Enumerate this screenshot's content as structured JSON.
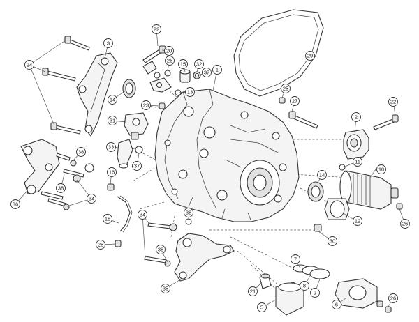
{
  "diagram": {
    "callouts": [
      {
        "id": "c1",
        "label": "1"
      },
      {
        "id": "c2",
        "label": "2"
      },
      {
        "id": "c3",
        "label": "3"
      },
      {
        "id": "c5",
        "label": "5"
      },
      {
        "id": "c6",
        "label": "6"
      },
      {
        "id": "c7",
        "label": "7"
      },
      {
        "id": "c8",
        "label": "8"
      },
      {
        "id": "c9",
        "label": "9"
      },
      {
        "id": "c10",
        "label": "10"
      },
      {
        "id": "c11",
        "label": "11"
      },
      {
        "id": "c12",
        "label": "12"
      },
      {
        "id": "c13",
        "label": "13"
      },
      {
        "id": "c14a",
        "label": "14"
      },
      {
        "id": "c14b",
        "label": "14"
      },
      {
        "id": "c15",
        "label": "15"
      },
      {
        "id": "c16",
        "label": "16"
      },
      {
        "id": "c18",
        "label": "18"
      },
      {
        "id": "c20",
        "label": "20"
      },
      {
        "id": "c21",
        "label": "21"
      },
      {
        "id": "c22a",
        "label": "22"
      },
      {
        "id": "c22b",
        "label": "22"
      },
      {
        "id": "c23",
        "label": "23"
      },
      {
        "id": "c24",
        "label": "24"
      },
      {
        "id": "c25",
        "label": "25"
      },
      {
        "id": "c26a",
        "label": "26"
      },
      {
        "id": "c26b",
        "label": "26"
      },
      {
        "id": "c26c",
        "label": "26"
      },
      {
        "id": "c27",
        "label": "27"
      },
      {
        "id": "c28",
        "label": "28"
      },
      {
        "id": "c29",
        "label": "29"
      },
      {
        "id": "c30",
        "label": "30"
      },
      {
        "id": "c31",
        "label": "31"
      },
      {
        "id": "c32",
        "label": "32"
      },
      {
        "id": "c33",
        "label": "33"
      },
      {
        "id": "c34a",
        "label": "34"
      },
      {
        "id": "c34b",
        "label": "34"
      },
      {
        "id": "c35",
        "label": "35"
      },
      {
        "id": "c36",
        "label": "36"
      },
      {
        "id": "c37a",
        "label": "37"
      },
      {
        "id": "c37b",
        "label": "37"
      },
      {
        "id": "c38a",
        "label": "38"
      },
      {
        "id": "c38b",
        "label": "38"
      },
      {
        "id": "c38c",
        "label": "38"
      },
      {
        "id": "c38d",
        "label": "38"
      }
    ]
  }
}
